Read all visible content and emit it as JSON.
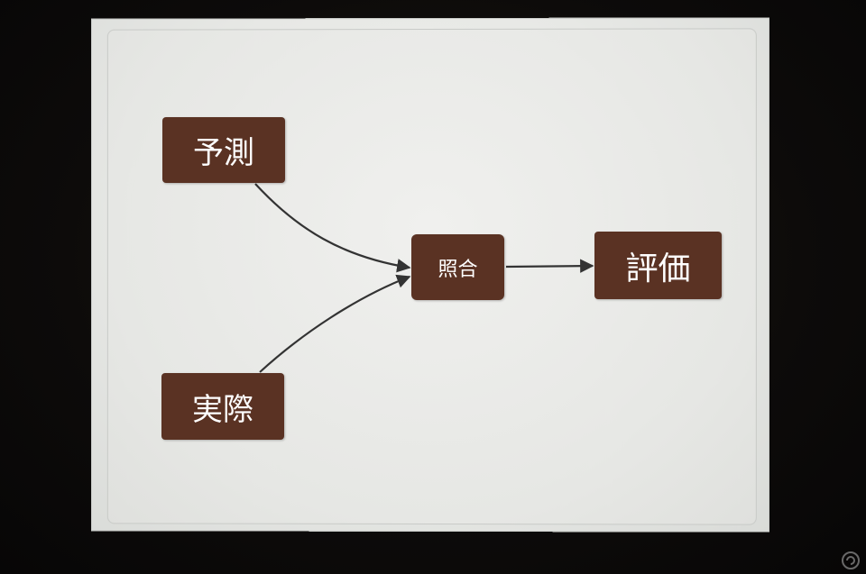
{
  "diagram": {
    "nodes": {
      "prediction": "予測",
      "actual": "実際",
      "comparison": "照合",
      "evaluation": "評価"
    }
  },
  "colors": {
    "node_fill": "#5a3223",
    "arrow": "#333333",
    "slide_bg": "#ececea",
    "room_bg": "#0c0a09"
  },
  "icons": {
    "corner_logo": "watermark-logo-icon"
  }
}
